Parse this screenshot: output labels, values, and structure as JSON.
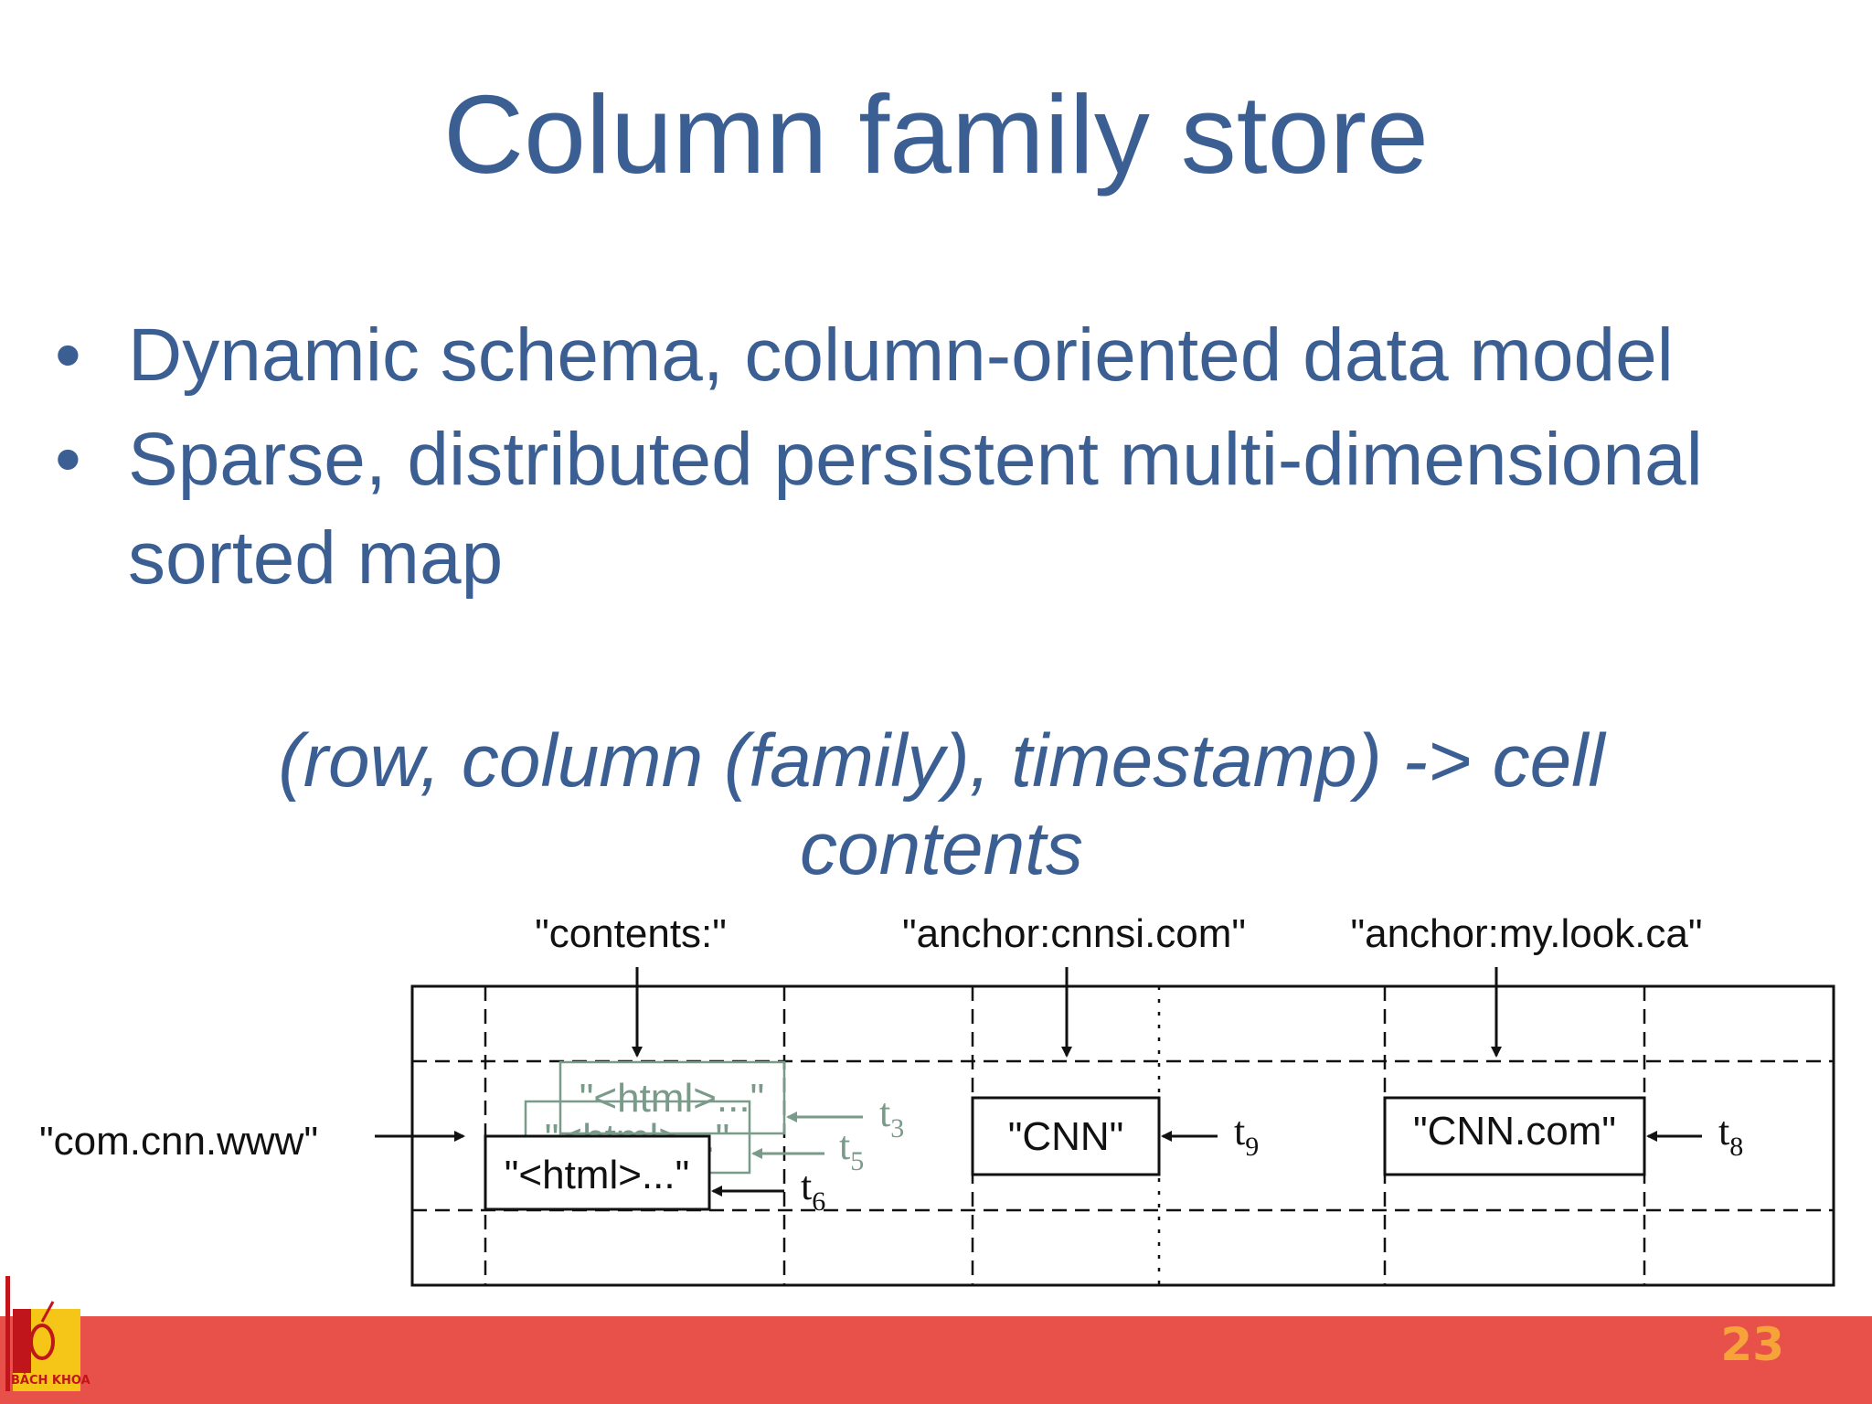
{
  "slide": {
    "title": "Column family store",
    "bullets": [
      "Dynamic schema, column-oriented data model",
      "Sparse, distributed persistent multi-dimensional sorted map"
    ],
    "bullet_symbol": "•",
    "formula": "(row, column (family), timestamp) -> cell contents",
    "page_number": "23"
  },
  "logo": {
    "text": "BÁCH KHOA"
  },
  "diagram": {
    "column_labels": [
      "\"contents:\"",
      "\"anchor:cnnsi.com\"",
      "\"anchor:my.look.ca\""
    ],
    "row_label": "\"com.cnn.www\"",
    "contents_versions": [
      "\"<html>...\"",
      "\"<html>...\"",
      "\"<html>...\""
    ],
    "contents_timestamps": [
      {
        "t": "t",
        "sub": "3"
      },
      {
        "t": "t",
        "sub": "5"
      },
      {
        "t": "t",
        "sub": "6"
      }
    ],
    "cnnsi_value": "\"CNN\"",
    "cnnsi_timestamp": {
      "t": "t",
      "sub": "9"
    },
    "mylook_value": "\"CNN.com\"",
    "mylook_timestamp": {
      "t": "t",
      "sub": "8"
    },
    "colors": {
      "old_version": "#7a9a8a",
      "line": "#111111"
    }
  }
}
